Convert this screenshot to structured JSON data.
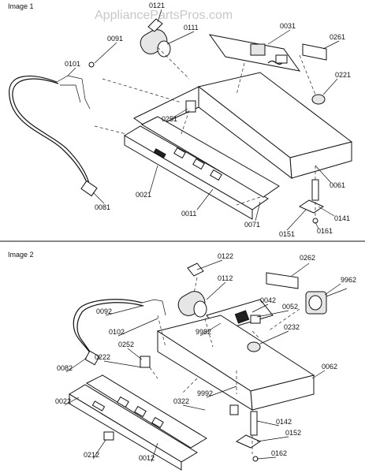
{
  "watermark": "AppliancePartsPros.com",
  "sections": [
    {
      "title": "Image 1"
    },
    {
      "title": "Image 2"
    }
  ],
  "callouts_image1": [
    "0121",
    "0111",
    "0031",
    "0261",
    "0091",
    "0101",
    "0221",
    "0251",
    "0021",
    "0011",
    "0081",
    "0061",
    "0071",
    "0141",
    "0151",
    "0161"
  ],
  "callouts_image2": [
    "0122",
    "0262",
    "0112",
    "9962",
    "0042",
    "0092",
    "0052",
    "0102",
    "9982",
    "0232",
    "0252",
    "0222",
    "0082",
    "0062",
    "9992",
    "0322",
    "0022",
    "0142",
    "0152",
    "0212",
    "0012",
    "0162"
  ]
}
